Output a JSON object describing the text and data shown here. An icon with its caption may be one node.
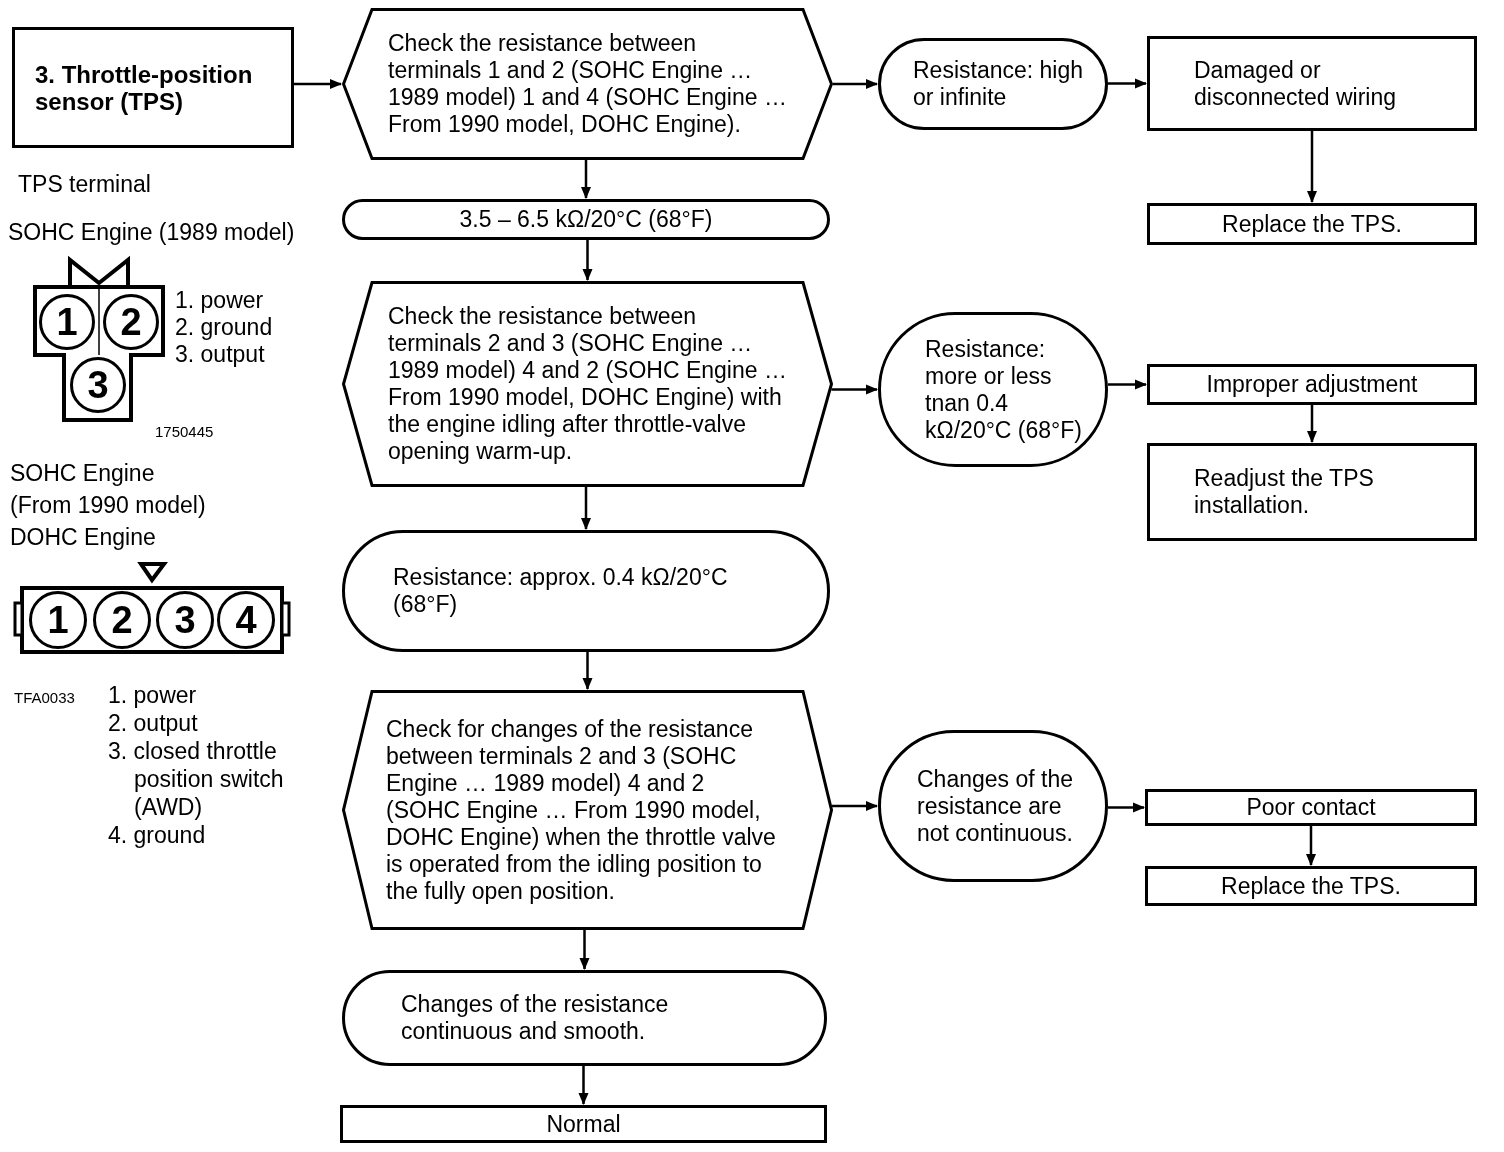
{
  "diagram": {
    "nodes": [
      {
        "text": [
          "3. Throttle-position sensor (TPS)"
        ]
      },
      {
        "text": [
          "Check the resistance between terminals 1 and 2 (SOHC Engine … 1989 model) 1 and 4 (SOHC Engine … From 1990 model, DOHC Engine)."
        ]
      },
      {
        "text": [
          "Resistance: high or infinite"
        ]
      },
      {
        "text": [
          "Damaged or disconnected wiring"
        ]
      },
      {
        "text": [
          "Replace the TPS."
        ]
      },
      {
        "text": [
          "3.5 – 6.5 kΩ/20°C (68°F)"
        ]
      },
      {
        "text": [
          "Check the resistance between terminals 2 and 3 (SOHC Engine … 1989 model) 4 and 2 (SOHC Engine … From 1990 model, DOHC Engine) with the engine idling after throttle-valve opening warm-up."
        ]
      },
      {
        "text": [
          "Resistance: more or less tnan 0.4 kΩ/20°C (68°F)"
        ]
      },
      {
        "text": [
          "Improper adjustment"
        ]
      },
      {
        "text": [
          "Readjust the TPS installation."
        ]
      },
      {
        "text": [
          "Resistance: approx. 0.4 kΩ/20°C (68°F)"
        ]
      },
      {
        "text": [
          "Check for changes of the resistance between terminals 2 and 3 (SOHC Engine … 1989 model) 4 and 2 (SOHC Engine … From 1990 model, DOHC Engine) when the throttle valve is operated from the idling position to the fully open position."
        ]
      },
      {
        "text": [
          "Changes of the resistance are not continuous."
        ]
      },
      {
        "text": [
          "Poor contact"
        ]
      },
      {
        "text": [
          "Replace the TPS."
        ]
      },
      {
        "text": [
          "Changes of the resistance continuous and smooth."
        ]
      },
      {
        "text": [
          "Normal"
        ]
      },
      {
        "text": [
          "1"
        ]
      },
      {
        "text": [
          "2"
        ]
      },
      {
        "text": [
          "3"
        ]
      },
      {
        "text": [
          "1"
        ]
      },
      {
        "text": [
          "2"
        ]
      },
      {
        "text": [
          "3"
        ]
      },
      {
        "text": [
          "4"
        ]
      }
    ],
    "edges": [
      {
        "from": 0,
        "to": 1,
        "arrow": "to"
      },
      {
        "from": 1,
        "to": 2,
        "arrow": "to"
      },
      {
        "from": 2,
        "to": 3,
        "arrow": "to"
      },
      {
        "from": 3,
        "to": 4,
        "arrow": "to"
      },
      {
        "from": 1,
        "to": 5,
        "arrow": "to"
      },
      {
        "from": 5,
        "to": 6,
        "arrow": "to"
      },
      {
        "from": 6,
        "to": 7,
        "arrow": "to"
      },
      {
        "from": 7,
        "to": 8,
        "arrow": "to"
      },
      {
        "from": 8,
        "to": 9,
        "arrow": "to"
      },
      {
        "from": 6,
        "to": 10,
        "arrow": "to"
      },
      {
        "from": 10,
        "to": 11,
        "arrow": "to"
      },
      {
        "from": 11,
        "to": 12,
        "arrow": "to"
      },
      {
        "from": 12,
        "to": 13,
        "arrow": "to"
      },
      {
        "from": 13,
        "to": 14,
        "arrow": "to"
      },
      {
        "from": 11,
        "to": 15,
        "arrow": "to"
      },
      {
        "from": 15,
        "to": 16,
        "arrow": "to"
      }
    ],
    "labels": [
      "TPS terminal",
      "SOHC Engine (1989 model)",
      "1. power",
      "2. ground",
      "3. output",
      "1750445",
      "SOHC Engine",
      "(From 1990 model)",
      "DOHC Engine",
      "TFA0033",
      "1. power",
      "2. output",
      "3. closed throttle position switch (AWD)",
      "4. ground"
    ]
  }
}
